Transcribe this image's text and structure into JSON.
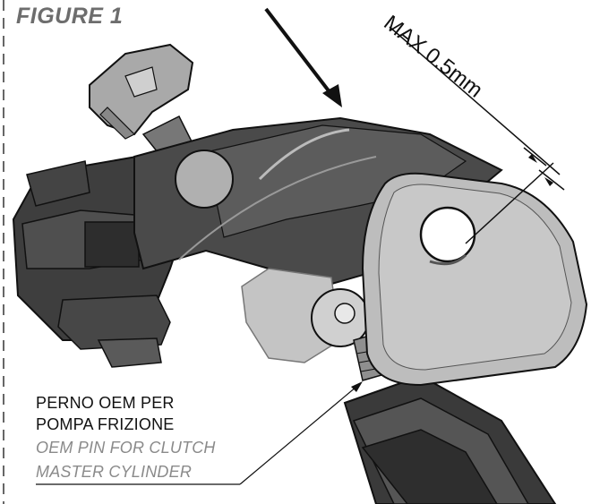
{
  "figure": {
    "title": "FIGURE 1"
  },
  "dimension": {
    "label": "MAX 0.5mm"
  },
  "callout": {
    "line1_it": "PERNO OEM PER",
    "line2_it": "POMPA FRIZIONE",
    "line1_en": "OEM PIN FOR CLUTCH",
    "line2_en": "MASTER CYLINDER"
  },
  "colors": {
    "body_dark": "#4a4a4a",
    "body_mid": "#8c8c8c",
    "body_light": "#c9c9c9",
    "outline": "#111111",
    "title_gray": "#6d6d6d",
    "english_gray": "#8a8a8a"
  }
}
